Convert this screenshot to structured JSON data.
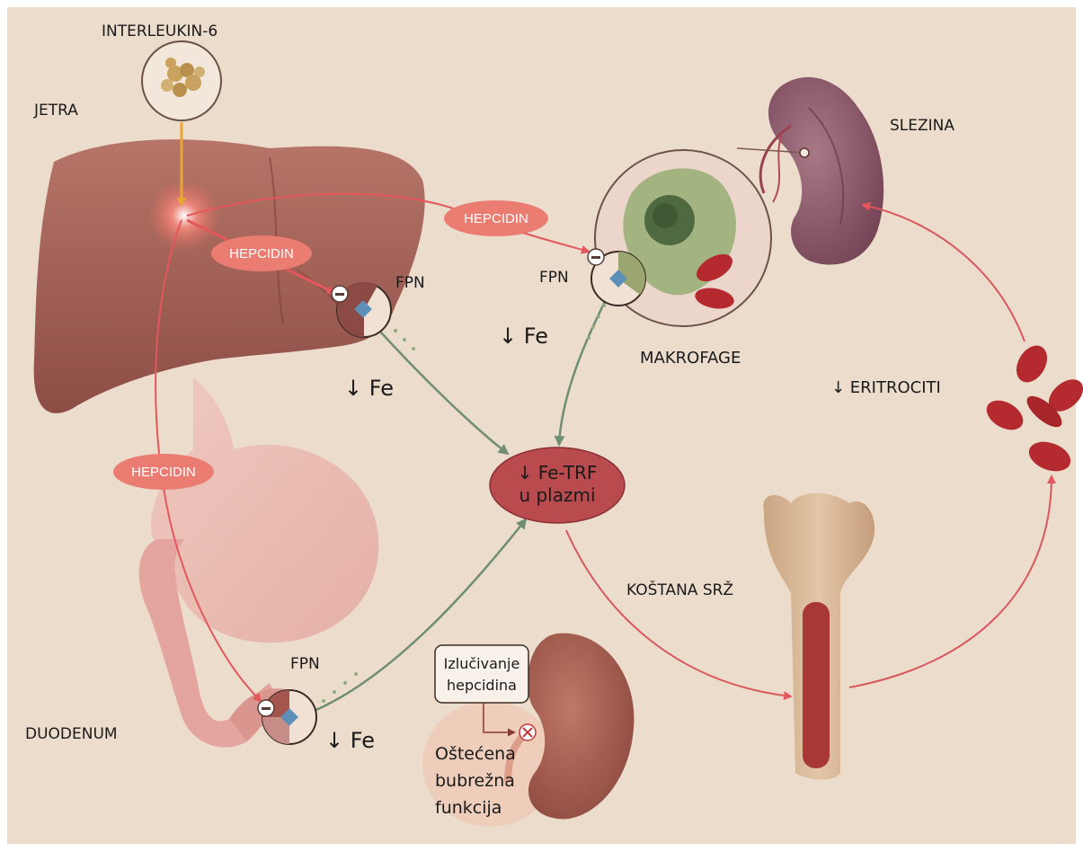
{
  "labels": {
    "interleukin": "INTERLEUKIN-6",
    "jetra": "JETRA",
    "slezina": "SLEZINA",
    "makrofage": "MAKROFAGE",
    "eritrociti": "↓ ERITROCITI",
    "kostana_srz": "KOŠTANA SRŽ",
    "duodenum": "DUODENUM",
    "fpn_liver": "FPN",
    "fpn_macrophage": "FPN",
    "fpn_duodenum": "FPN",
    "fe_liver": "↓ Fe",
    "fe_macrophage": "↓ Fe",
    "fe_duodenum": "↓ Fe",
    "fe_trf_line1": "↓ Fe-TRF",
    "fe_trf_line2": "u plazmi",
    "hepcidin_top": "HEPCIDIN",
    "hepcidin_liver": "HEPCIDIN",
    "hepcidin_left": "HEPCIDIN",
    "excretion_line1": "Izlučivanje",
    "excretion_line2": "hepcidina",
    "kidney_line1": "Oštećena",
    "kidney_line2": "bubrežna",
    "kidney_line3": "funkcija"
  },
  "colors": {
    "background": "#ecdccc",
    "hepcidin_pill": "#ea7c72",
    "hepcidin_arrow": "#e4575a",
    "iron_arrow": "#6f8e72",
    "fe_trf_ellipse": "#b94b4e",
    "erythrocyte": "#b52a2e",
    "liver": "#a0635a",
    "spleen": "#8a5b6c",
    "kidney": "#a35a4d",
    "bone": "#d8b99a",
    "marrow": "#a83836",
    "interleukin_arrow": "#e9a630"
  }
}
